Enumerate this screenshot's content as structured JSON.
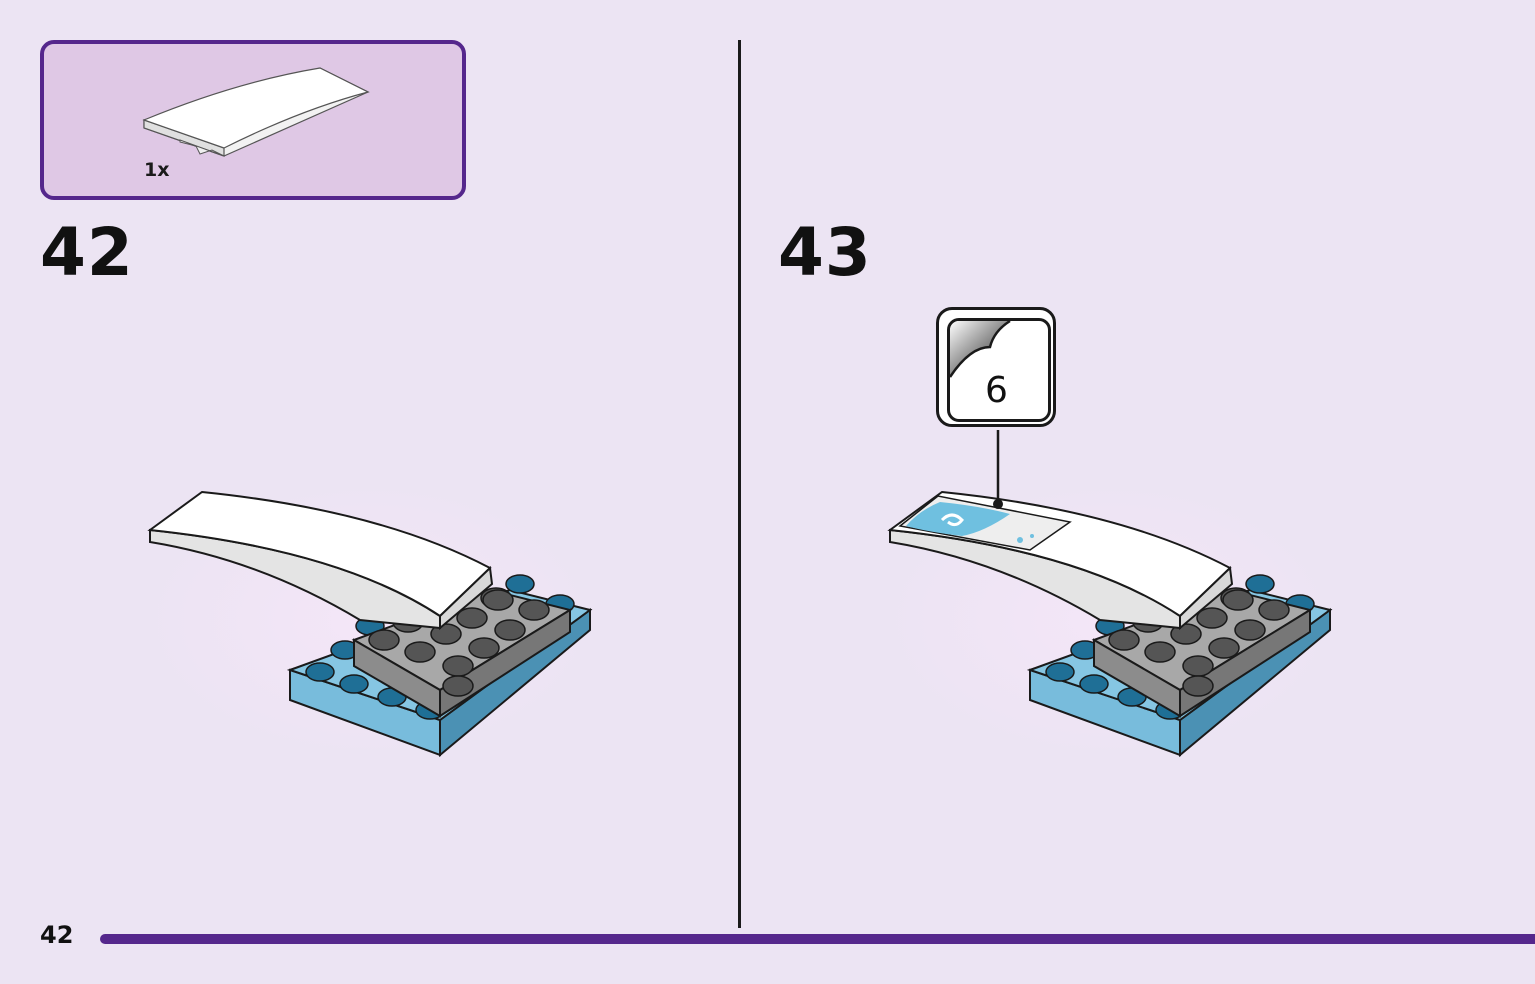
{
  "parts_list": {
    "quantity": "1x",
    "part_icon": "curved-slope-white-part"
  },
  "steps": [
    {
      "number": "42",
      "model_icon": "assembly-step-42"
    },
    {
      "number": "43",
      "model_icon": "assembly-step-43",
      "sticker_number": "6"
    }
  ],
  "page": {
    "number": "42"
  },
  "colors": {
    "background": "#ece4f3",
    "accent": "#55278c",
    "parts_box": "#dfc8e5",
    "plate_blue": "#78bcdc",
    "brick_gray": "#8c8c8c",
    "slope_white": "#ffffff"
  }
}
